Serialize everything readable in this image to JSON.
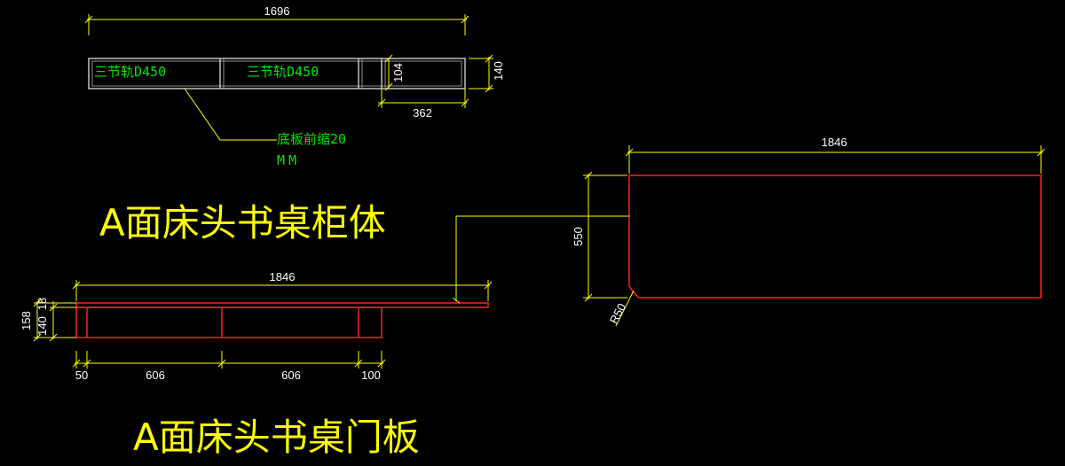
{
  "colors": {
    "background": "#000000",
    "dimension_line": "#ffff00",
    "dimension_text": "#ffffff",
    "cabinet_outline": "#c0c0c0",
    "panel_outline": "#ff2020",
    "annotation_text": "#00e600",
    "title_text": "#ffff00"
  },
  "cabinet_top_view": {
    "overall_width": "1696",
    "right_section_width": "362",
    "depth": "140",
    "inner_depth": "104",
    "drawer_label_1": "三节轨D450",
    "drawer_label_2": "三节轨D450",
    "note_line_1": "底板前缩20",
    "note_line_2": "MM"
  },
  "title_cabinet": "A面床头书桌柜体",
  "door_panel_view": {
    "overall_width": "1846",
    "height": "158",
    "inner_height": "140",
    "top_thickness": "18",
    "seg_1": "50",
    "seg_2": "606",
    "seg_3": "606",
    "seg_4": "100"
  },
  "title_door": "A面床头书桌门板",
  "desktop_plan": {
    "width": "1846",
    "depth": "550",
    "corner_radius": "R50"
  }
}
